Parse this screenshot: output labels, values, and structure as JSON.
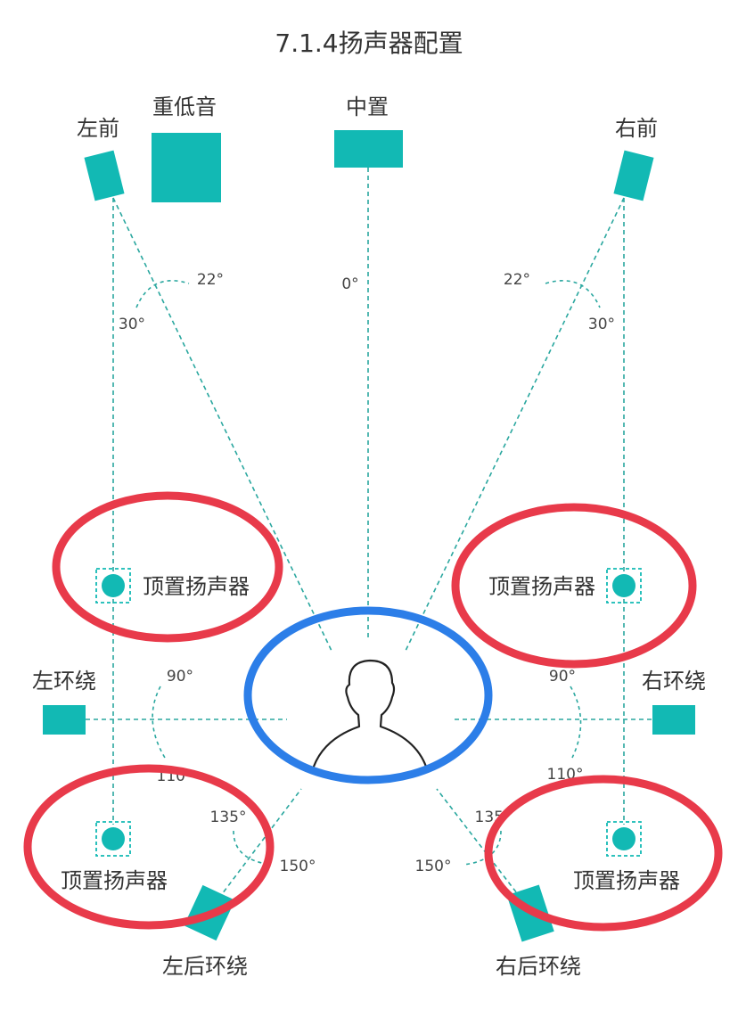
{
  "title": "7.1.4扬声器配置",
  "speakers": {
    "front_left": "左前",
    "subwoofer": "重低音",
    "center": "中置",
    "front_right": "右前",
    "surround_left": "左环绕",
    "surround_right": "右环绕",
    "rear_left": "左后环绕",
    "rear_right": "右后环绕",
    "top_front_left": "顶置扬声器",
    "top_front_right": "顶置扬声器",
    "top_rear_left": "顶置扬声器",
    "top_rear_right": "顶置扬声器"
  },
  "angles": {
    "center": "0°",
    "left_22": "22°",
    "left_30": "30°",
    "right_22": "22°",
    "right_30": "30°",
    "left_90": "90°",
    "right_90": "90°",
    "left_110": "110°",
    "right_110": "110°",
    "left_135": "135°",
    "right_135": "135°",
    "left_150": "150°",
    "right_150": "150°"
  },
  "colors": {
    "speaker": "#12b9b4",
    "guide_line": "#2aa79f",
    "highlight_red": "#e83a4a",
    "highlight_blue": "#2c7ee8"
  }
}
